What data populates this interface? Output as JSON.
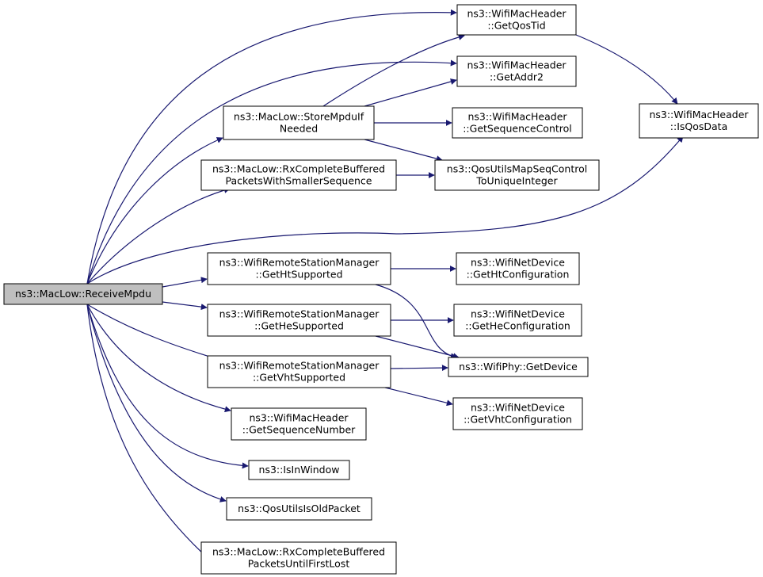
{
  "colors": {
    "edge": "#191970",
    "node_fill": "#ffffff",
    "focus_fill": "#bfbfbf",
    "node_border": "#000000"
  },
  "nodes": [
    {
      "id": "receive",
      "lines": [
        "ns3::MacLow::ReceiveMpdu"
      ],
      "focus": true
    },
    {
      "id": "getqostid",
      "lines": [
        "ns3::WifiMacHeader",
        "::GetQosTid"
      ]
    },
    {
      "id": "getaddr2",
      "lines": [
        "ns3::WifiMacHeader",
        "::GetAddr2"
      ]
    },
    {
      "id": "storempdu",
      "lines": [
        "ns3::MacLow::StoreMpduIf",
        "Needed"
      ]
    },
    {
      "id": "getseqctl",
      "lines": [
        "ns3::WifiMacHeader",
        "::GetSequenceControl"
      ]
    },
    {
      "id": "isqosdata",
      "lines": [
        "ns3::WifiMacHeader",
        "::IsQosData"
      ]
    },
    {
      "id": "rxsmaller",
      "lines": [
        "ns3::MacLow::RxCompleteBuffered",
        "PacketsWithSmallerSequence"
      ]
    },
    {
      "id": "qosmap",
      "lines": [
        "ns3::QosUtilsMapSeqControl",
        "ToUniqueInteger"
      ]
    },
    {
      "id": "htsup",
      "lines": [
        "ns3::WifiRemoteStationManager",
        "::GetHtSupported"
      ]
    },
    {
      "id": "htconf",
      "lines": [
        "ns3::WifiNetDevice",
        "::GetHtConfiguration"
      ]
    },
    {
      "id": "hesup",
      "lines": [
        "ns3::WifiRemoteStationManager",
        "::GetHeSupported"
      ]
    },
    {
      "id": "heconf",
      "lines": [
        "ns3::WifiNetDevice",
        "::GetHeConfiguration"
      ]
    },
    {
      "id": "vhtsup",
      "lines": [
        "ns3::WifiRemoteStationManager",
        "::GetVhtSupported"
      ]
    },
    {
      "id": "getdevice",
      "lines": [
        "ns3::WifiPhy::GetDevice"
      ]
    },
    {
      "id": "vhtconf",
      "lines": [
        "ns3::WifiNetDevice",
        "::GetVhtConfiguration"
      ]
    },
    {
      "id": "getseqnum",
      "lines": [
        "ns3::WifiMacHeader",
        "::GetSequenceNumber"
      ]
    },
    {
      "id": "isinwindow",
      "lines": [
        "ns3::IsInWindow"
      ]
    },
    {
      "id": "isoldpacket",
      "lines": [
        "ns3::QosUtilsIsOldPacket"
      ]
    },
    {
      "id": "rxfirstlost",
      "lines": [
        "ns3::MacLow::RxCompleteBuffered",
        "PacketsUntilFirstLost"
      ]
    }
  ],
  "edges": [
    [
      "receive",
      "getqostid"
    ],
    [
      "receive",
      "getaddr2"
    ],
    [
      "receive",
      "storempdu"
    ],
    [
      "receive",
      "rxsmaller"
    ],
    [
      "receive",
      "isqosdata"
    ],
    [
      "receive",
      "htsup"
    ],
    [
      "receive",
      "hesup"
    ],
    [
      "receive",
      "vhtsup"
    ],
    [
      "receive",
      "getseqnum"
    ],
    [
      "receive",
      "isinwindow"
    ],
    [
      "receive",
      "isoldpacket"
    ],
    [
      "receive",
      "rxfirstlost"
    ],
    [
      "storempdu",
      "getqostid"
    ],
    [
      "storempdu",
      "getaddr2"
    ],
    [
      "storempdu",
      "getseqctl"
    ],
    [
      "storempdu",
      "qosmap"
    ],
    [
      "getqostid",
      "isqosdata"
    ],
    [
      "rxsmaller",
      "qosmap"
    ],
    [
      "htsup",
      "htconf"
    ],
    [
      "htsup",
      "getdevice"
    ],
    [
      "hesup",
      "heconf"
    ],
    [
      "hesup",
      "getdevice"
    ],
    [
      "vhtsup",
      "getdevice"
    ],
    [
      "vhtsup",
      "vhtconf"
    ]
  ]
}
